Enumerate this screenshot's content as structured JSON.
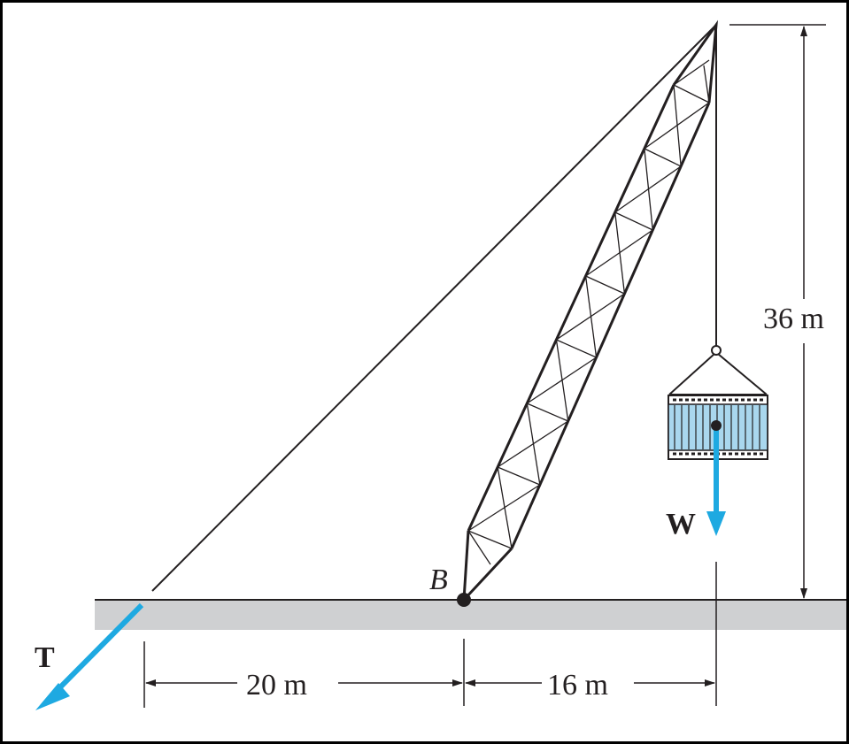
{
  "labels": {
    "tension": "T",
    "weight": "W",
    "pivot": "B",
    "dim_left": "20 m",
    "dim_right": "16 m",
    "dim_height": "36 m"
  },
  "colors": {
    "force_arrow": "#1ea9e1",
    "ground": "#cfd0d2",
    "line": "#231f20",
    "crate": "#a9d7ee"
  }
}
